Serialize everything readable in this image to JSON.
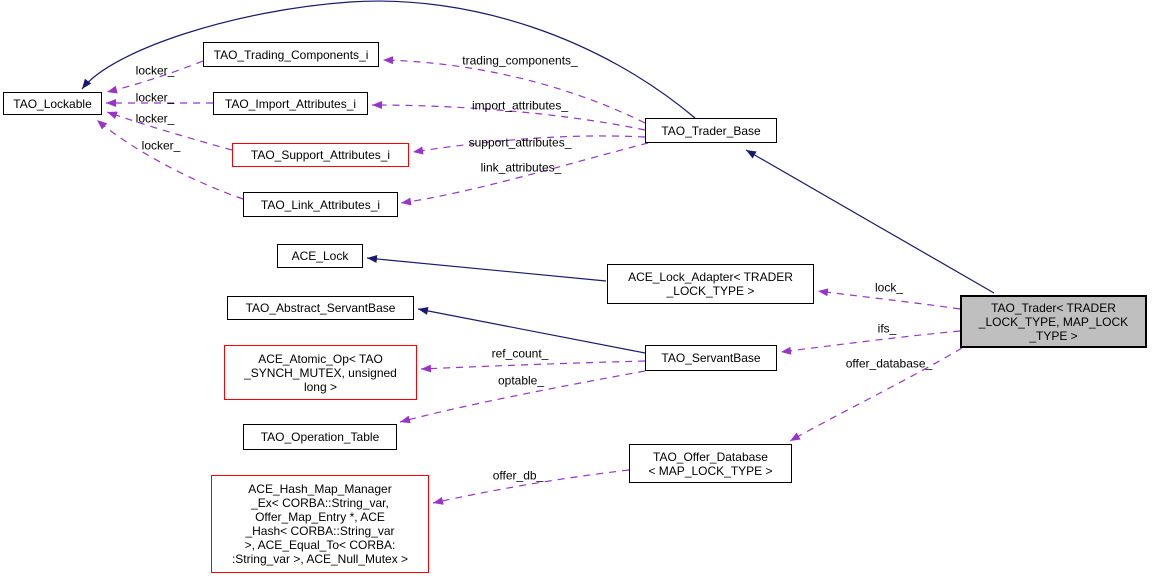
{
  "diagram": {
    "type": "collaboration-graph",
    "focus_node": "TAO_Trader< TRADER_LOCK_TYPE, MAP_LOCK_TYPE >",
    "colors": {
      "inheritance_edge": "#191970",
      "usage_edge": "#9a32cd",
      "node_border": "#000000",
      "highlighted_node_border": "#ff0000",
      "focus_node_fill": "#bfbfbf",
      "node_fill": "#ffffff",
      "background": "#ffffff"
    },
    "nodes": [
      {
        "id": "tao-lockable",
        "label": "TAO_Lockable"
      },
      {
        "id": "tao-trading-components-i",
        "label": "TAO_Trading_Components_i"
      },
      {
        "id": "tao-import-attributes-i",
        "label": "TAO_Import_Attributes_i"
      },
      {
        "id": "tao-support-attributes-i",
        "label": "TAO_Support_Attributes_i"
      },
      {
        "id": "tao-link-attributes-i",
        "label": "TAO_Link_Attributes_i"
      },
      {
        "id": "tao-trader-base",
        "label": "TAO_Trader_Base"
      },
      {
        "id": "ace-lock",
        "label": "ACE_Lock"
      },
      {
        "id": "ace-lock-adapter",
        "label": "ACE_Lock_Adapter< TRADER\n_LOCK_TYPE >"
      },
      {
        "id": "tao-abstract-servantbase",
        "label": "TAO_Abstract_ServantBase"
      },
      {
        "id": "ace-atomic-op",
        "label": "ACE_Atomic_Op< TAO\n_SYNCH_MUTEX, unsigned\nlong >"
      },
      {
        "id": "tao-servantbase",
        "label": "TAO_ServantBase"
      },
      {
        "id": "tao-operation-table",
        "label": "TAO_Operation_Table"
      },
      {
        "id": "ace-hash-map-manager",
        "label": "ACE_Hash_Map_Manager\n_Ex< CORBA::String_var,\nOffer_Map_Entry *, ACE\n_Hash< CORBA::String_var\n>, ACE_Equal_To< CORBA:\n:String_var >, ACE_Null_Mutex >"
      },
      {
        "id": "tao-offer-database",
        "label": "TAO_Offer_Database\n< MAP_LOCK_TYPE >"
      },
      {
        "id": "tao-trader",
        "label": "TAO_Trader< TRADER\n_LOCK_TYPE, MAP_LOCK\n_TYPE >"
      }
    ],
    "edge_labels": [
      {
        "text": "locker_"
      },
      {
        "text": "locker_"
      },
      {
        "text": "locker_"
      },
      {
        "text": "locker_"
      },
      {
        "text": "trading_components_"
      },
      {
        "text": "import_attributes_"
      },
      {
        "text": "support_attributes_"
      },
      {
        "text": "link_attributes_"
      },
      {
        "text": "lock_"
      },
      {
        "text": "ifs_"
      },
      {
        "text": "offer_database_"
      },
      {
        "text": "ref_count_"
      },
      {
        "text": "optable_"
      },
      {
        "text": "offer_db_"
      }
    ],
    "edges": [
      {
        "from": "TAO_Trader_Base",
        "to": "TAO_Lockable",
        "type": "inheritance",
        "label": ""
      },
      {
        "from": "TAO_Trader",
        "to": "TAO_Trader_Base",
        "type": "inheritance",
        "label": ""
      },
      {
        "from": "ACE_Lock_Adapter",
        "to": "ACE_Lock",
        "type": "inheritance",
        "label": ""
      },
      {
        "from": "TAO_ServantBase",
        "to": "TAO_Abstract_ServantBase",
        "type": "inheritance",
        "label": ""
      },
      {
        "from": "TAO_Trading_Components_i",
        "to": "TAO_Lockable",
        "type": "usage",
        "label": "locker_"
      },
      {
        "from": "TAO_Import_Attributes_i",
        "to": "TAO_Lockable",
        "type": "usage",
        "label": "locker_"
      },
      {
        "from": "TAO_Support_Attributes_i",
        "to": "TAO_Lockable",
        "type": "usage",
        "label": "locker_"
      },
      {
        "from": "TAO_Link_Attributes_i",
        "to": "TAO_Lockable",
        "type": "usage",
        "label": "locker_"
      },
      {
        "from": "TAO_Trader_Base",
        "to": "TAO_Trading_Components_i",
        "type": "usage",
        "label": "trading_components_"
      },
      {
        "from": "TAO_Trader_Base",
        "to": "TAO_Import_Attributes_i",
        "type": "usage",
        "label": "import_attributes_"
      },
      {
        "from": "TAO_Trader_Base",
        "to": "TAO_Support_Attributes_i",
        "type": "usage",
        "label": "support_attributes_"
      },
      {
        "from": "TAO_Trader_Base",
        "to": "TAO_Link_Attributes_i",
        "type": "usage",
        "label": "link_attributes_"
      },
      {
        "from": "TAO_Trader",
        "to": "ACE_Lock_Adapter",
        "type": "usage",
        "label": "lock_"
      },
      {
        "from": "TAO_Trader",
        "to": "TAO_ServantBase",
        "type": "usage",
        "label": "ifs_"
      },
      {
        "from": "TAO_Trader",
        "to": "TAO_Offer_Database",
        "type": "usage",
        "label": "offer_database_"
      },
      {
        "from": "TAO_ServantBase",
        "to": "ACE_Atomic_Op",
        "type": "usage",
        "label": "ref_count_"
      },
      {
        "from": "TAO_ServantBase",
        "to": "TAO_Operation_Table",
        "type": "usage",
        "label": "optable_"
      },
      {
        "from": "TAO_Offer_Database",
        "to": "ACE_Hash_Map_Manager_Ex",
        "type": "usage",
        "label": "offer_db_"
      }
    ]
  }
}
